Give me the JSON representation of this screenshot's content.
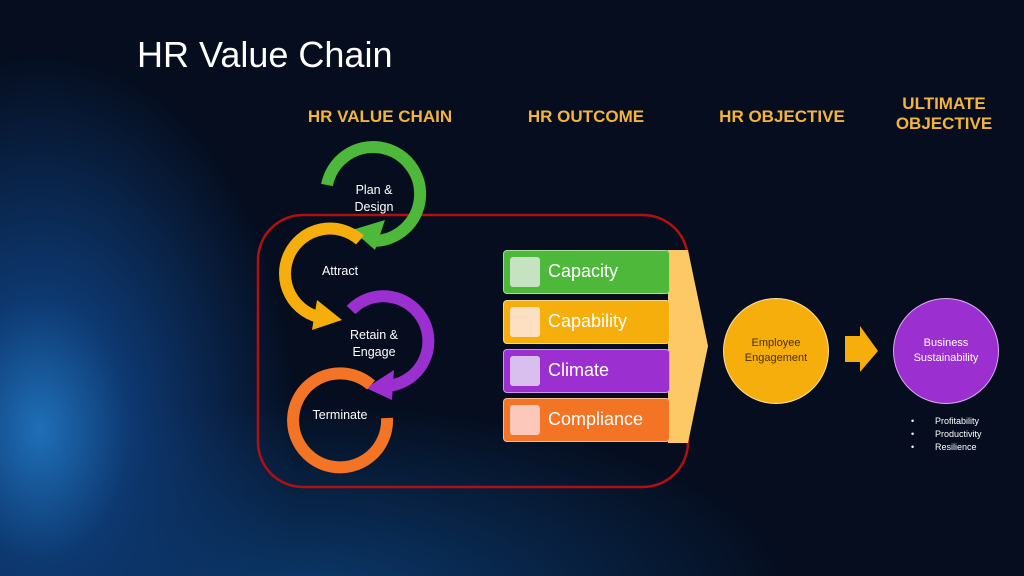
{
  "title": "HR Value Chain",
  "headers": {
    "value_chain": "HR VALUE CHAIN",
    "outcome": "HR OUTCOME",
    "objective": "HR OBJECTIVE",
    "ultimate_line1": "ULTIMATE",
    "ultimate_line2": "OBJECTIVE"
  },
  "chain": [
    {
      "line1": "Plan &",
      "line2": "Design",
      "color": "#4db83a"
    },
    {
      "line1": "Attract",
      "color": "#f5ae0c"
    },
    {
      "line1": "Retain &",
      "line2": "Engage",
      "color": "#9b2fd0"
    },
    {
      "line1": "Terminate",
      "color": "#f37424"
    }
  ],
  "outcomes": [
    {
      "label": "Capacity",
      "color": "#4db83a"
    },
    {
      "label": "Capability",
      "color": "#f5ae0c"
    },
    {
      "label": "Climate",
      "color": "#9b2fd0"
    },
    {
      "label": "Compliance",
      "color": "#f37424"
    }
  ],
  "objective": {
    "line1": "Employee",
    "line2": "Engagement"
  },
  "ultimate": {
    "line1": "Business",
    "line2": "Sustainability",
    "bullets": [
      "Profitability",
      "Productivity",
      "Resilience"
    ]
  }
}
